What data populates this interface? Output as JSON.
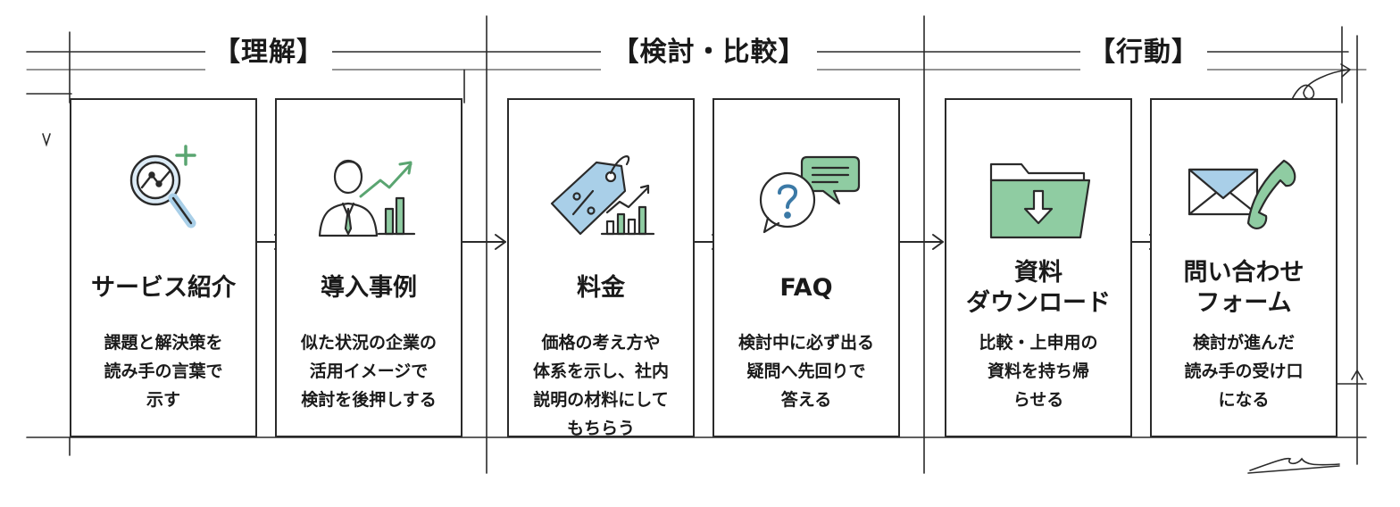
{
  "phases": [
    {
      "label": "【理解】"
    },
    {
      "label": "【検討・比較】"
    },
    {
      "label": "【行動】"
    }
  ],
  "cards": [
    {
      "title": "サービス紹介",
      "desc": "課題と解決策を\n読み手の言葉で\n示す",
      "icon": "magnifier-chart-icon"
    },
    {
      "title": "導入事例",
      "desc": "似た状況の企業の\n活用イメージで\n検討を後押しする",
      "icon": "businessman-growth-icon"
    },
    {
      "title": "料金",
      "desc": "価格の考え方や\n体系を示し、社内\n説明の材料にして\nもちらう",
      "icon": "price-tag-icon"
    },
    {
      "title": "FAQ",
      "desc": "検討中に必ず出る\n疑問へ先回りで\n答える",
      "icon": "question-bubble-icon"
    },
    {
      "title": "資料\nダウンロード",
      "desc": "比較・上申用の\n資料を持ち帰\nらせる",
      "icon": "folder-download-icon"
    },
    {
      "title": "問い合わせ\nフォーム",
      "desc": "検討が進んだ\n読み手の受け口\nになる",
      "icon": "mail-phone-icon"
    }
  ],
  "colors": {
    "accent_green": "#8fcca2",
    "accent_blue": "#a9cfe8",
    "line": "#2a2a2a"
  }
}
